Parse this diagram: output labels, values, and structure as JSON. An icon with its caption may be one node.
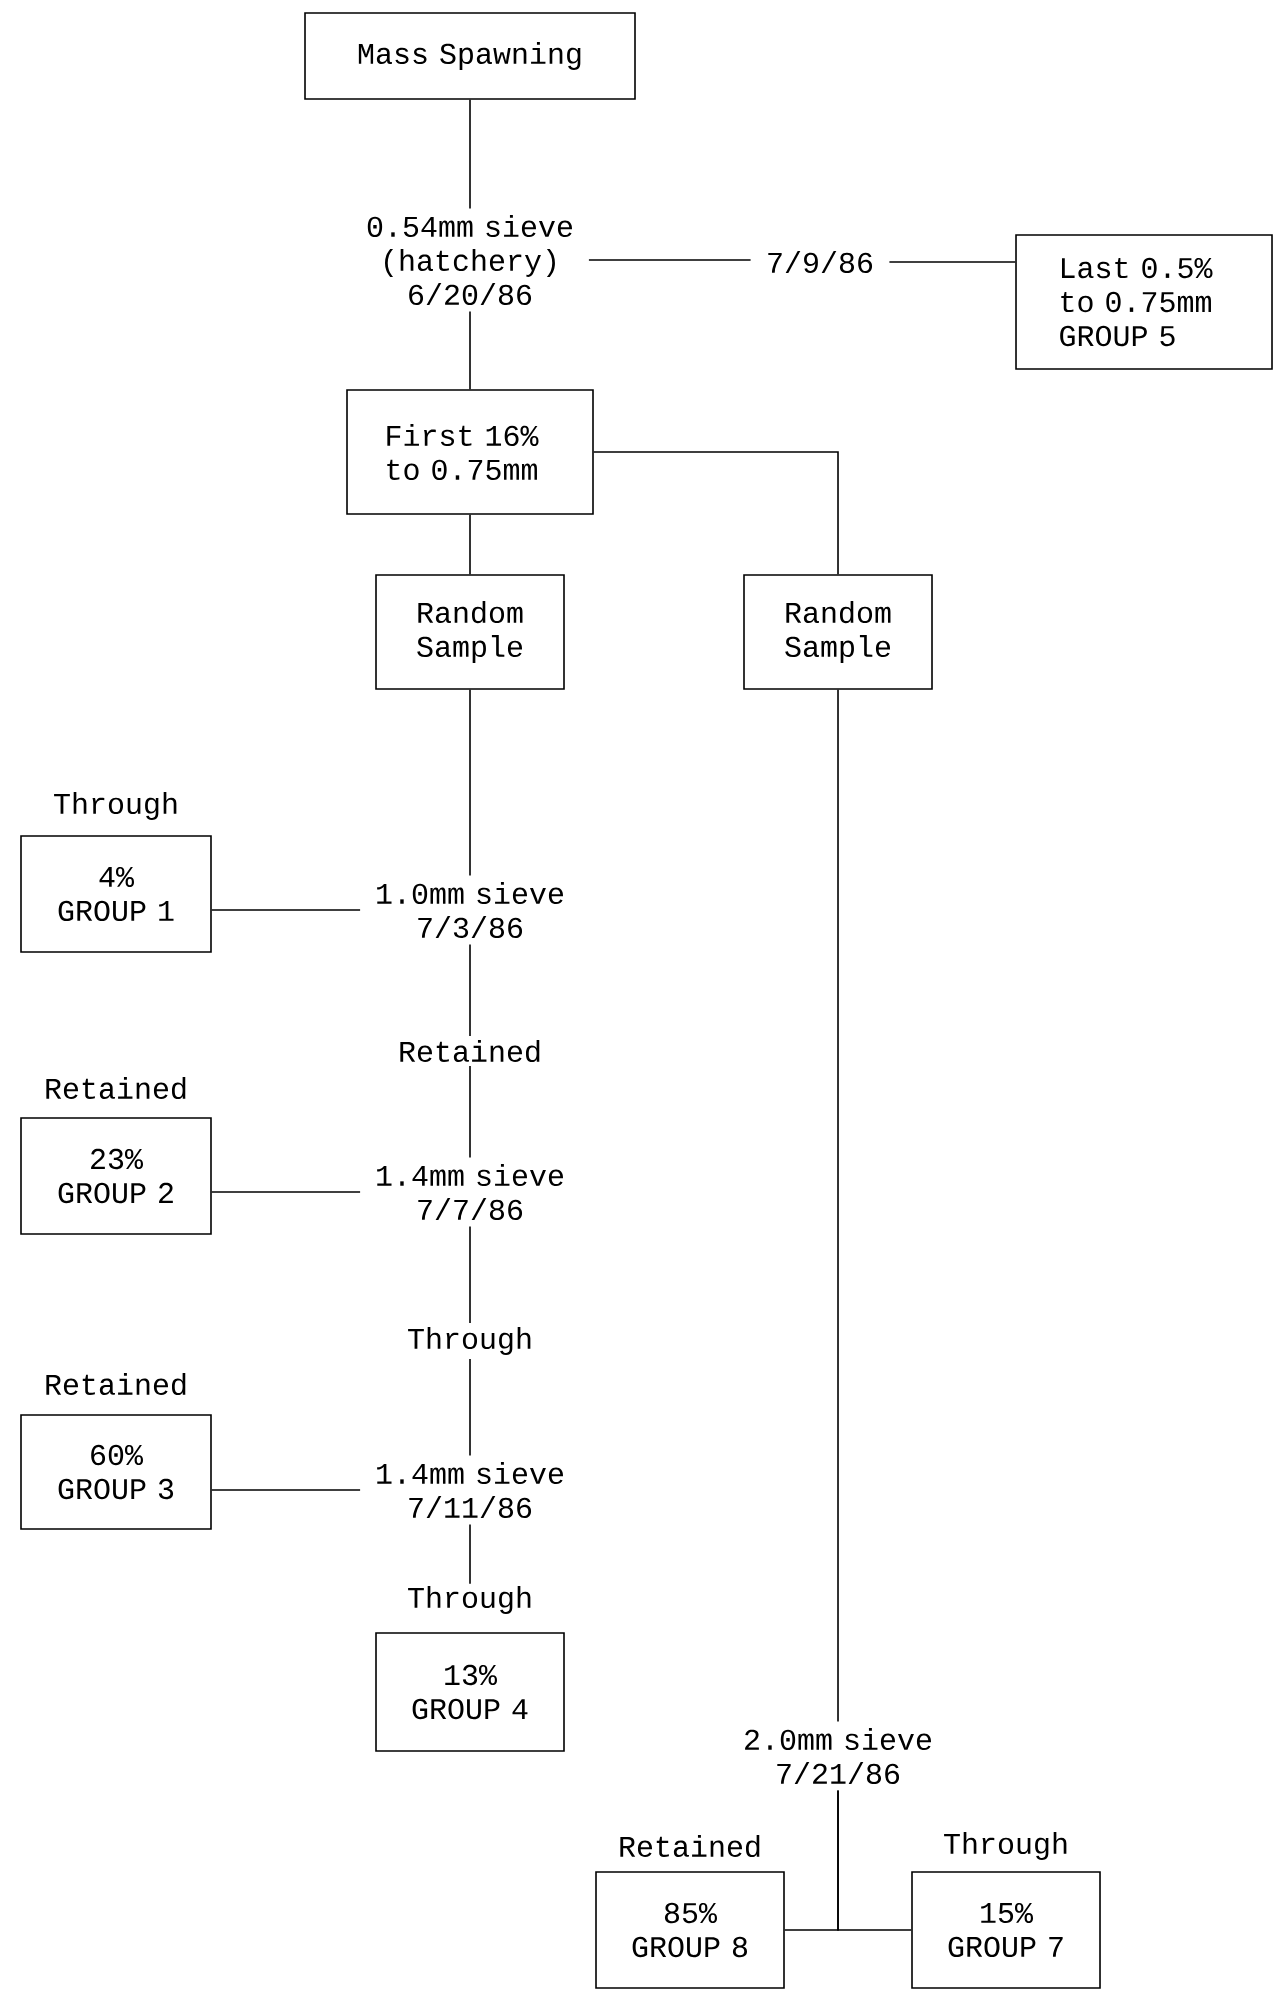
{
  "diagram": {
    "nodes": [
      {
        "text": [
          "Mass Spawning"
        ]
      },
      {
        "text": [
          "0.54mm sieve (hatchery) 6/20/86"
        ]
      },
      {
        "text": [
          "7/9/86"
        ]
      },
      {
        "text": [
          "Last 0.5% to 0.75mm GROUP 5"
        ]
      },
      {
        "text": [
          "First 16% to 0.75mm"
        ]
      },
      {
        "text": [
          "Random Sample"
        ]
      },
      {
        "text": [
          "Random Sample"
        ]
      },
      {
        "text": [
          "Through",
          "4% GROUP 1"
        ]
      },
      {
        "text": [
          "1.0mm sieve 7/3/86"
        ]
      },
      {
        "text": [
          "Retained",
          "23% GROUP 2"
        ]
      },
      {
        "text": [
          "1.4mm sieve 7/7/86"
        ]
      },
      {
        "text": [
          "Retained",
          "60% GROUP 3"
        ]
      },
      {
        "text": [
          "1.4mm sieve 7/11/86"
        ]
      },
      {
        "text": [
          "Through",
          "13% GROUP 4"
        ]
      },
      {
        "text": [
          "2.0mm sieve 7/21/86"
        ]
      },
      {
        "text": [
          "Retained",
          "85% GROUP 8"
        ]
      },
      {
        "text": [
          "Through",
          "15% GROUP 7"
        ]
      }
    ],
    "edges": [
      {
        "from": 0,
        "to": 1,
        "arrow": "none"
      },
      {
        "from": 1,
        "to": 2,
        "arrow": "none"
      },
      {
        "from": 2,
        "to": 3,
        "arrow": "none"
      },
      {
        "from": 1,
        "to": 4,
        "arrow": "none"
      },
      {
        "from": 4,
        "to": 5,
        "arrow": "none"
      },
      {
        "from": 4,
        "to": 6,
        "arrow": "none"
      },
      {
        "from": 5,
        "to": 8,
        "arrow": "none"
      },
      {
        "from": 8,
        "to": 7,
        "arrow": "none"
      },
      {
        "from": 8,
        "to": 10,
        "arrow": "none",
        "label": "Retained"
      },
      {
        "from": 10,
        "to": 9,
        "arrow": "none"
      },
      {
        "from": 10,
        "to": 12,
        "arrow": "none",
        "label": "Through"
      },
      {
        "from": 12,
        "to": 11,
        "arrow": "none"
      },
      {
        "from": 12,
        "to": 13,
        "arrow": "none"
      },
      {
        "from": 6,
        "to": 14,
        "arrow": "none"
      },
      {
        "from": 14,
        "to": 15,
        "arrow": "none"
      },
      {
        "from": 14,
        "to": 16,
        "arrow": "none"
      }
    ]
  }
}
